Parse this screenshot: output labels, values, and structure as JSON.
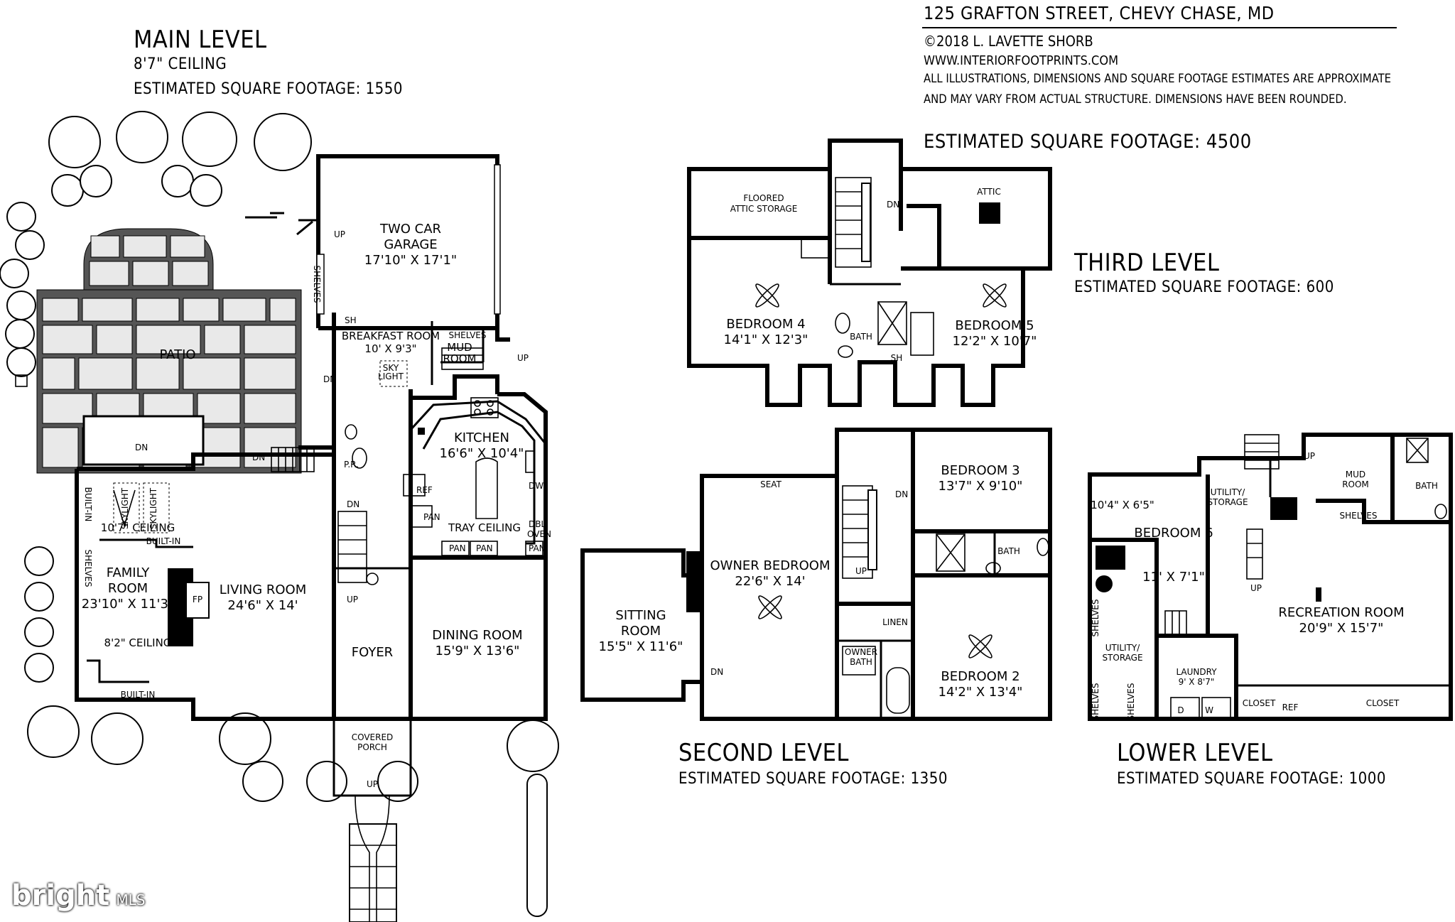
{
  "header": {
    "address": "125 GRAFTON STREET, CHEVY CHASE, MD",
    "copyright": "©2018 L. LAVETTE SHORB",
    "website": "WWW.INTERIORFOOTPRINTS.COM",
    "disclaimer_1": "ALL ILLUSTRATIONS, DIMENSIONS AND SQUARE FOOTAGE ESTIMATES ARE APPROXIMATE",
    "disclaimer_2": "AND MAY VARY FROM ACTUAL STRUCTURE. DIMENSIONS HAVE BEEN ROUNDED.",
    "total_sqft": "ESTIMATED SQUARE FOOTAGE: 4500"
  },
  "main_level": {
    "title": "MAIN LEVEL",
    "ceiling": "8'7\" CEILING",
    "sqft": "ESTIMATED SQUARE FOOTAGE: 1550",
    "labels": {
      "garage": "TWO CAR",
      "garage2": "GARAGE",
      "garage_dim": "17'10\" X 17'1\"",
      "shelves": "SHELVES",
      "up": "UP",
      "dn": "DN",
      "sh": "SH",
      "breakfast": "BREAKFAST ROOM",
      "breakfast_dim": "10' X 9'3\"",
      "sky1": "SKY",
      "sky2": "LIGHT",
      "mud1": "MUD",
      "mud2": "ROOM",
      "patio": "PATIO",
      "kitchen": "KITCHEN",
      "kitchen_dim": "16'6\" X 10'4\"",
      "pr": "P.R.",
      "dw": "DW",
      "ref": "REF",
      "pan": "PAN",
      "tray": "TRAY CEILING",
      "dbl": "DBL",
      "oven": "OVEN",
      "builtin": "BUILT-IN",
      "skylight": "SKYLIGHT",
      "ceil107": "10'7\" CEILING",
      "family": "FAMILY",
      "family2": "ROOM",
      "family_dim": "23'10\" X 11'3\"",
      "fp": "FP",
      "living": "LIVING ROOM",
      "living_dim": "24'6\" X 14'",
      "ceil82": "8'2\" CEILING",
      "foyer": "FOYER",
      "dining": "DINING ROOM",
      "dining_dim": "15'9\" X 13'6\"",
      "porch1": "COVERED",
      "porch2": "PORCH"
    }
  },
  "third_level": {
    "title": "THIRD LEVEL",
    "sqft": "ESTIMATED SQUARE FOOTAGE: 600",
    "labels": {
      "floored1": "FLOORED",
      "floored2": "ATTIC STORAGE",
      "attic": "ATTIC",
      "dn": "DN",
      "bed4": "BEDROOM 4",
      "bed4_dim": "14'1\" X 12'3\"",
      "bath": "BATH",
      "sh": "SH",
      "bed5": "BEDROOM 5",
      "bed5_dim": "12'2\" X 10'7\""
    }
  },
  "second_level": {
    "title": "SECOND LEVEL",
    "sqft": "ESTIMATED SQUARE FOOTAGE: 1350",
    "labels": {
      "seat": "SEAT",
      "dn": "DN",
      "up": "UP",
      "bed3": "BEDROOM 3",
      "bed3_dim": "13'7\" X 9'10\"",
      "owner": "OWNER BEDROOM",
      "owner_dim": "22'6\" X 14'",
      "bath": "BATH",
      "sitting1": "SITTING",
      "sitting2": "ROOM",
      "sitting_dim": "15'5\" X 11'6\"",
      "linen": "LINEN",
      "obath1": "OWNER",
      "obath2": "BATH",
      "bed2": "BEDROOM 2",
      "bed2_dim": "14'2\" X 13'4\""
    }
  },
  "lower_level": {
    "title": "LOWER LEVEL",
    "sqft": "ESTIMATED SQUARE FOOTAGE: 1000",
    "labels": {
      "up": "UP",
      "mud1": "MUD",
      "mud2": "ROOM",
      "bath": "BATH",
      "util1": "UTILITY/",
      "util2": "STORAGE",
      "shelves": "SHELVES",
      "b6_dim1": "10'4\" X 6'5\"",
      "bed6": "BEDROOM 6",
      "b6_dim2": "11' X 7'1\"",
      "rec": "RECREATION ROOM",
      "rec_dim": "20'9\" X 15'7\"",
      "laundry": "LAUNDRY",
      "laundry_dim": "9' X 8'7\"",
      "closet": "CLOSET",
      "ref": "REF",
      "d": "D",
      "w": "W"
    }
  },
  "watermark": {
    "brand": "bright",
    "suffix": "MLS"
  }
}
